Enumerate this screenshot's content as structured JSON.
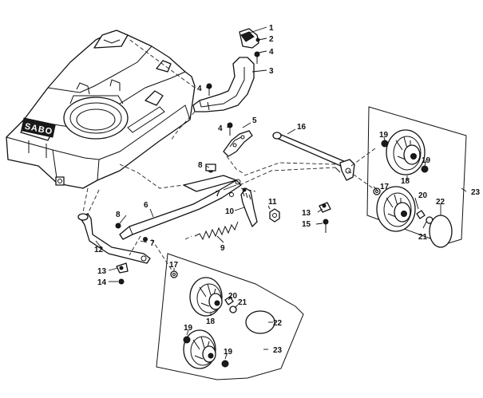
{
  "brand_label": "SABO",
  "callouts": [
    "1",
    "2",
    "4",
    "3",
    "4",
    "5",
    "4",
    "16",
    "8",
    "7",
    "10",
    "11",
    "6",
    "8",
    "7",
    "9",
    "12",
    "13",
    "15",
    "13",
    "14",
    "17",
    "18",
    "20",
    "21",
    "22",
    "19",
    "19",
    "23",
    "19",
    "19",
    "17",
    "18",
    "20",
    "21",
    "22",
    "23"
  ]
}
